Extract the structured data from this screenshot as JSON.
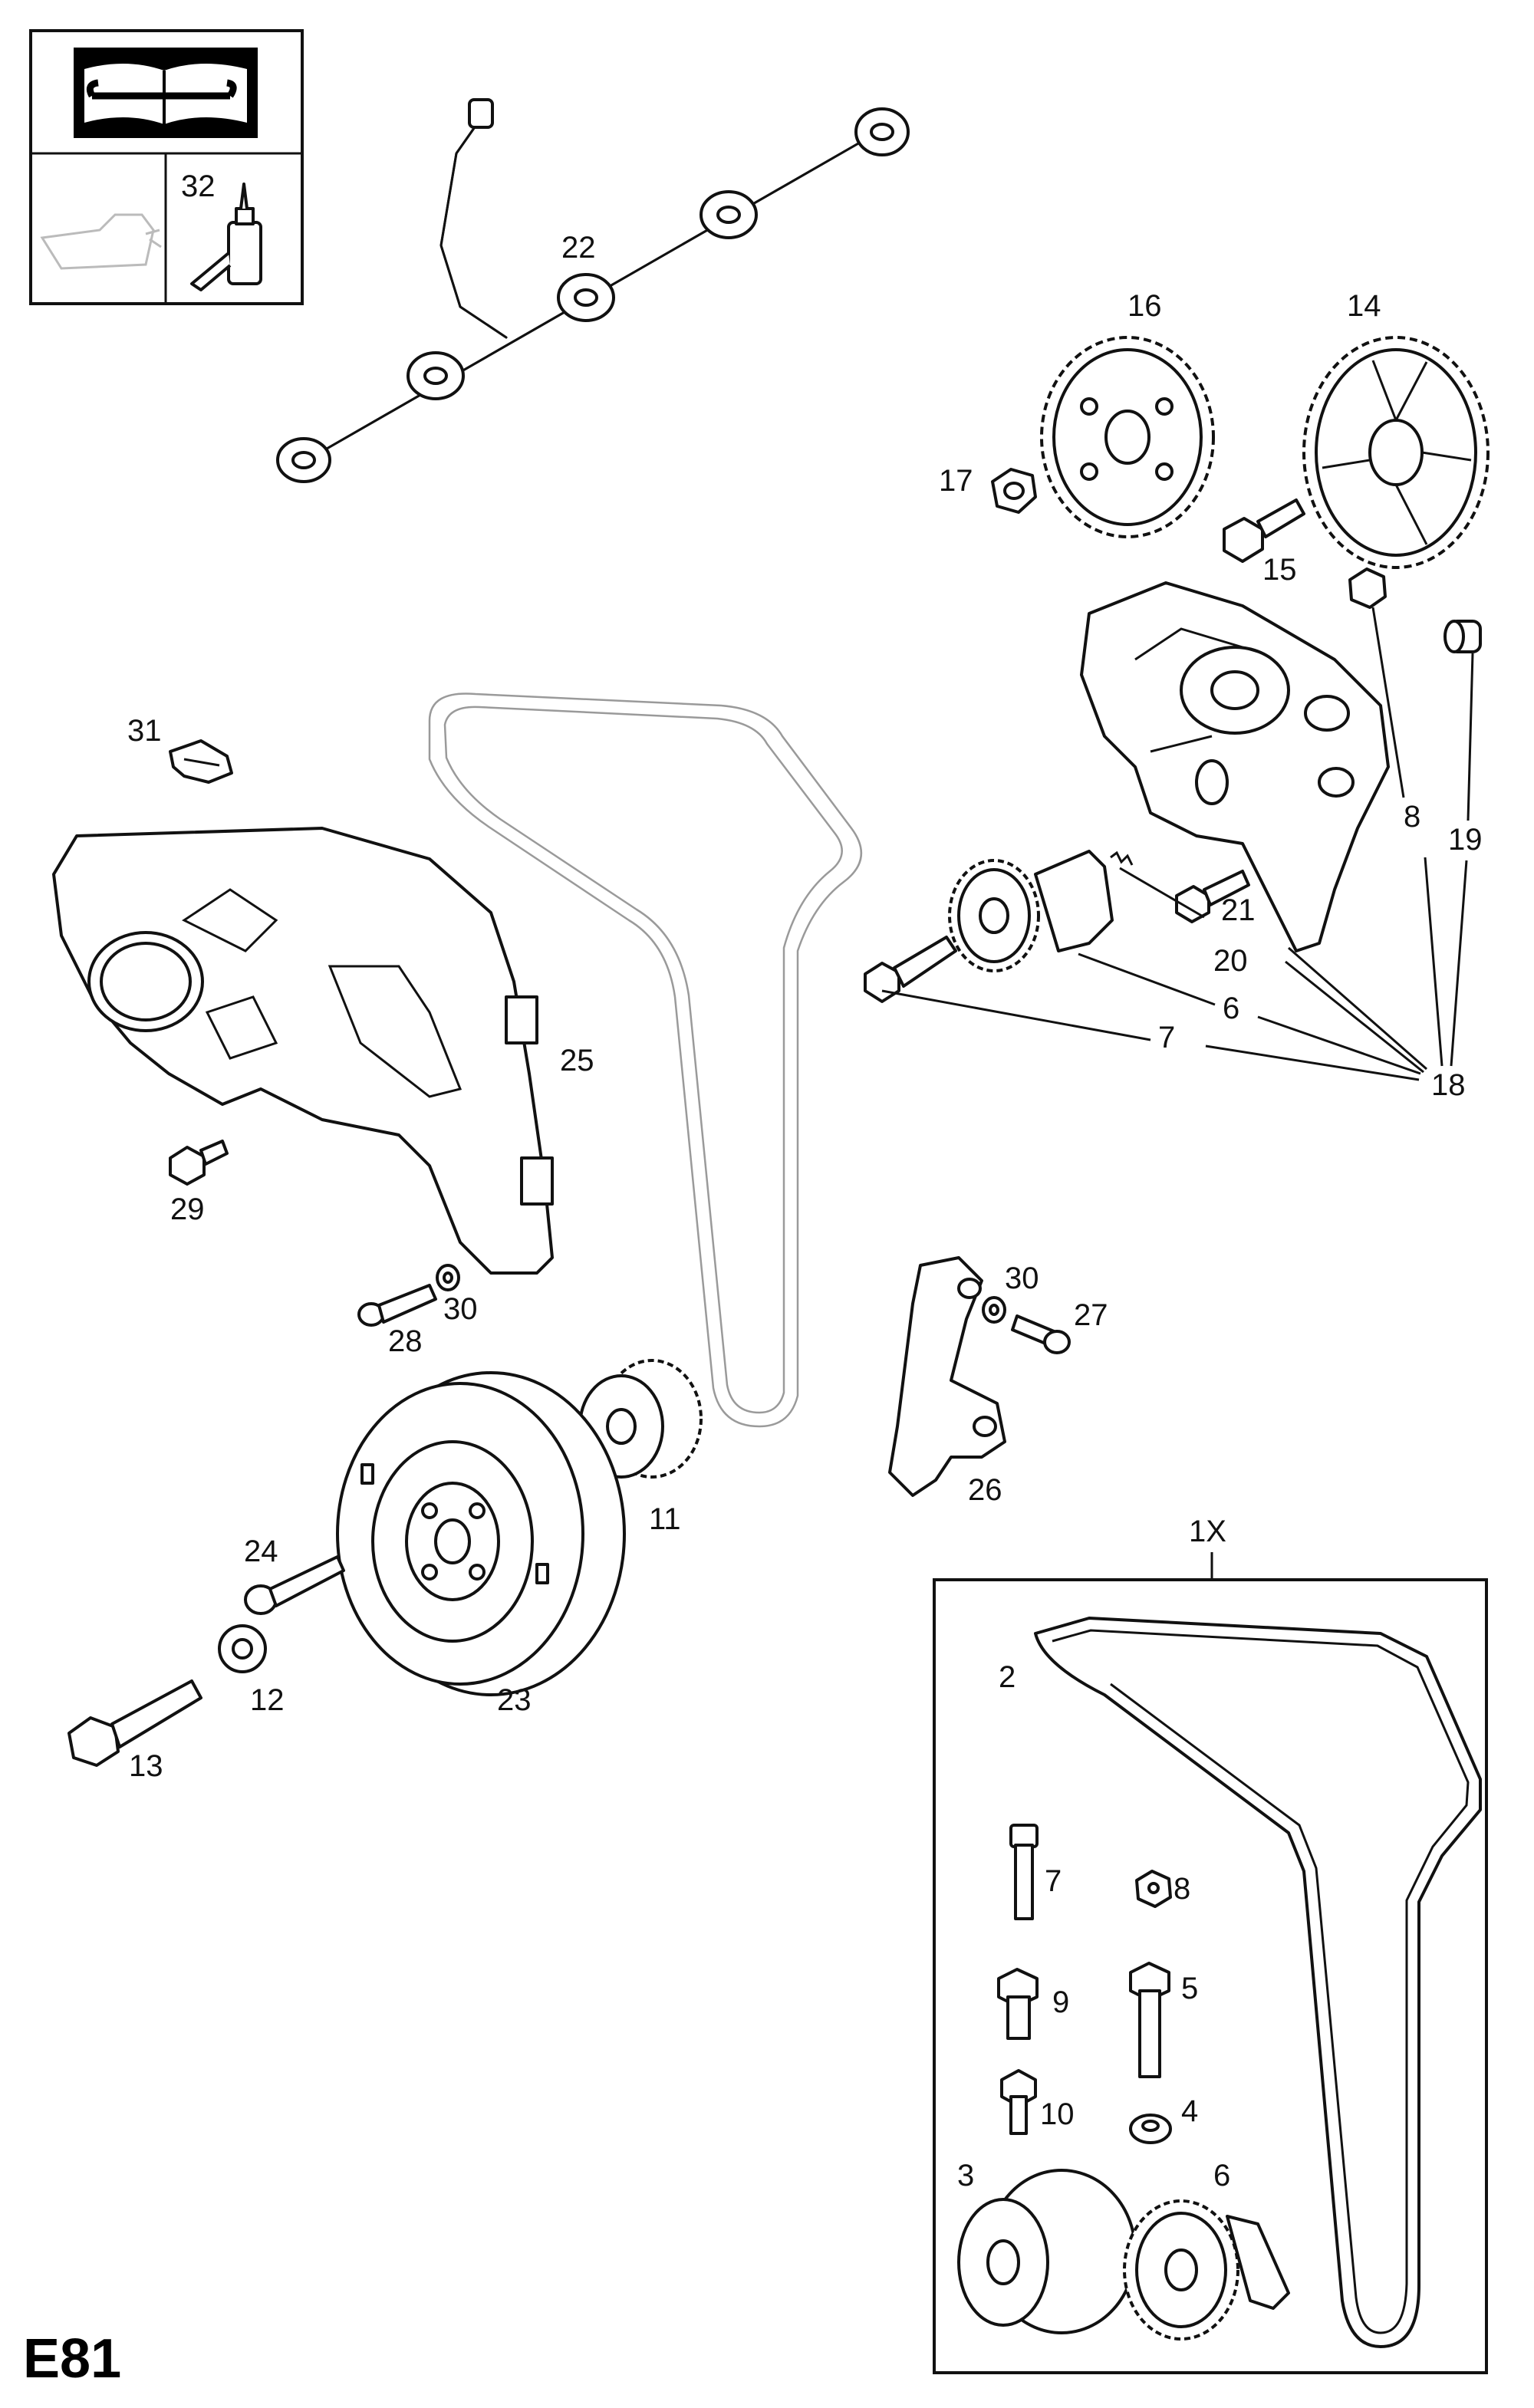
{
  "page_id": "E81",
  "legend": {
    "lubricant_label": "32"
  },
  "callouts": {
    "c22": "22",
    "c16": "16",
    "c14": "14",
    "c17": "17",
    "c15": "15",
    "c31": "31",
    "c8": "8",
    "c19": "19",
    "c21": "21",
    "c20": "20",
    "c6": "6",
    "c7": "7",
    "c18": "18",
    "c25": "25",
    "c29": "29",
    "c30a": "30",
    "c28": "28",
    "c30b": "30",
    "c27": "27",
    "c26": "26",
    "c11": "11",
    "c24": "24",
    "c12": "12",
    "c23": "23",
    "c13": "13"
  },
  "kit": {
    "label": "1X",
    "items": {
      "k2": "2",
      "k7": "7",
      "k8": "8",
      "k9": "9",
      "k5": "5",
      "k10": "10",
      "k4": "4",
      "k3": "3",
      "k6": "6"
    }
  }
}
